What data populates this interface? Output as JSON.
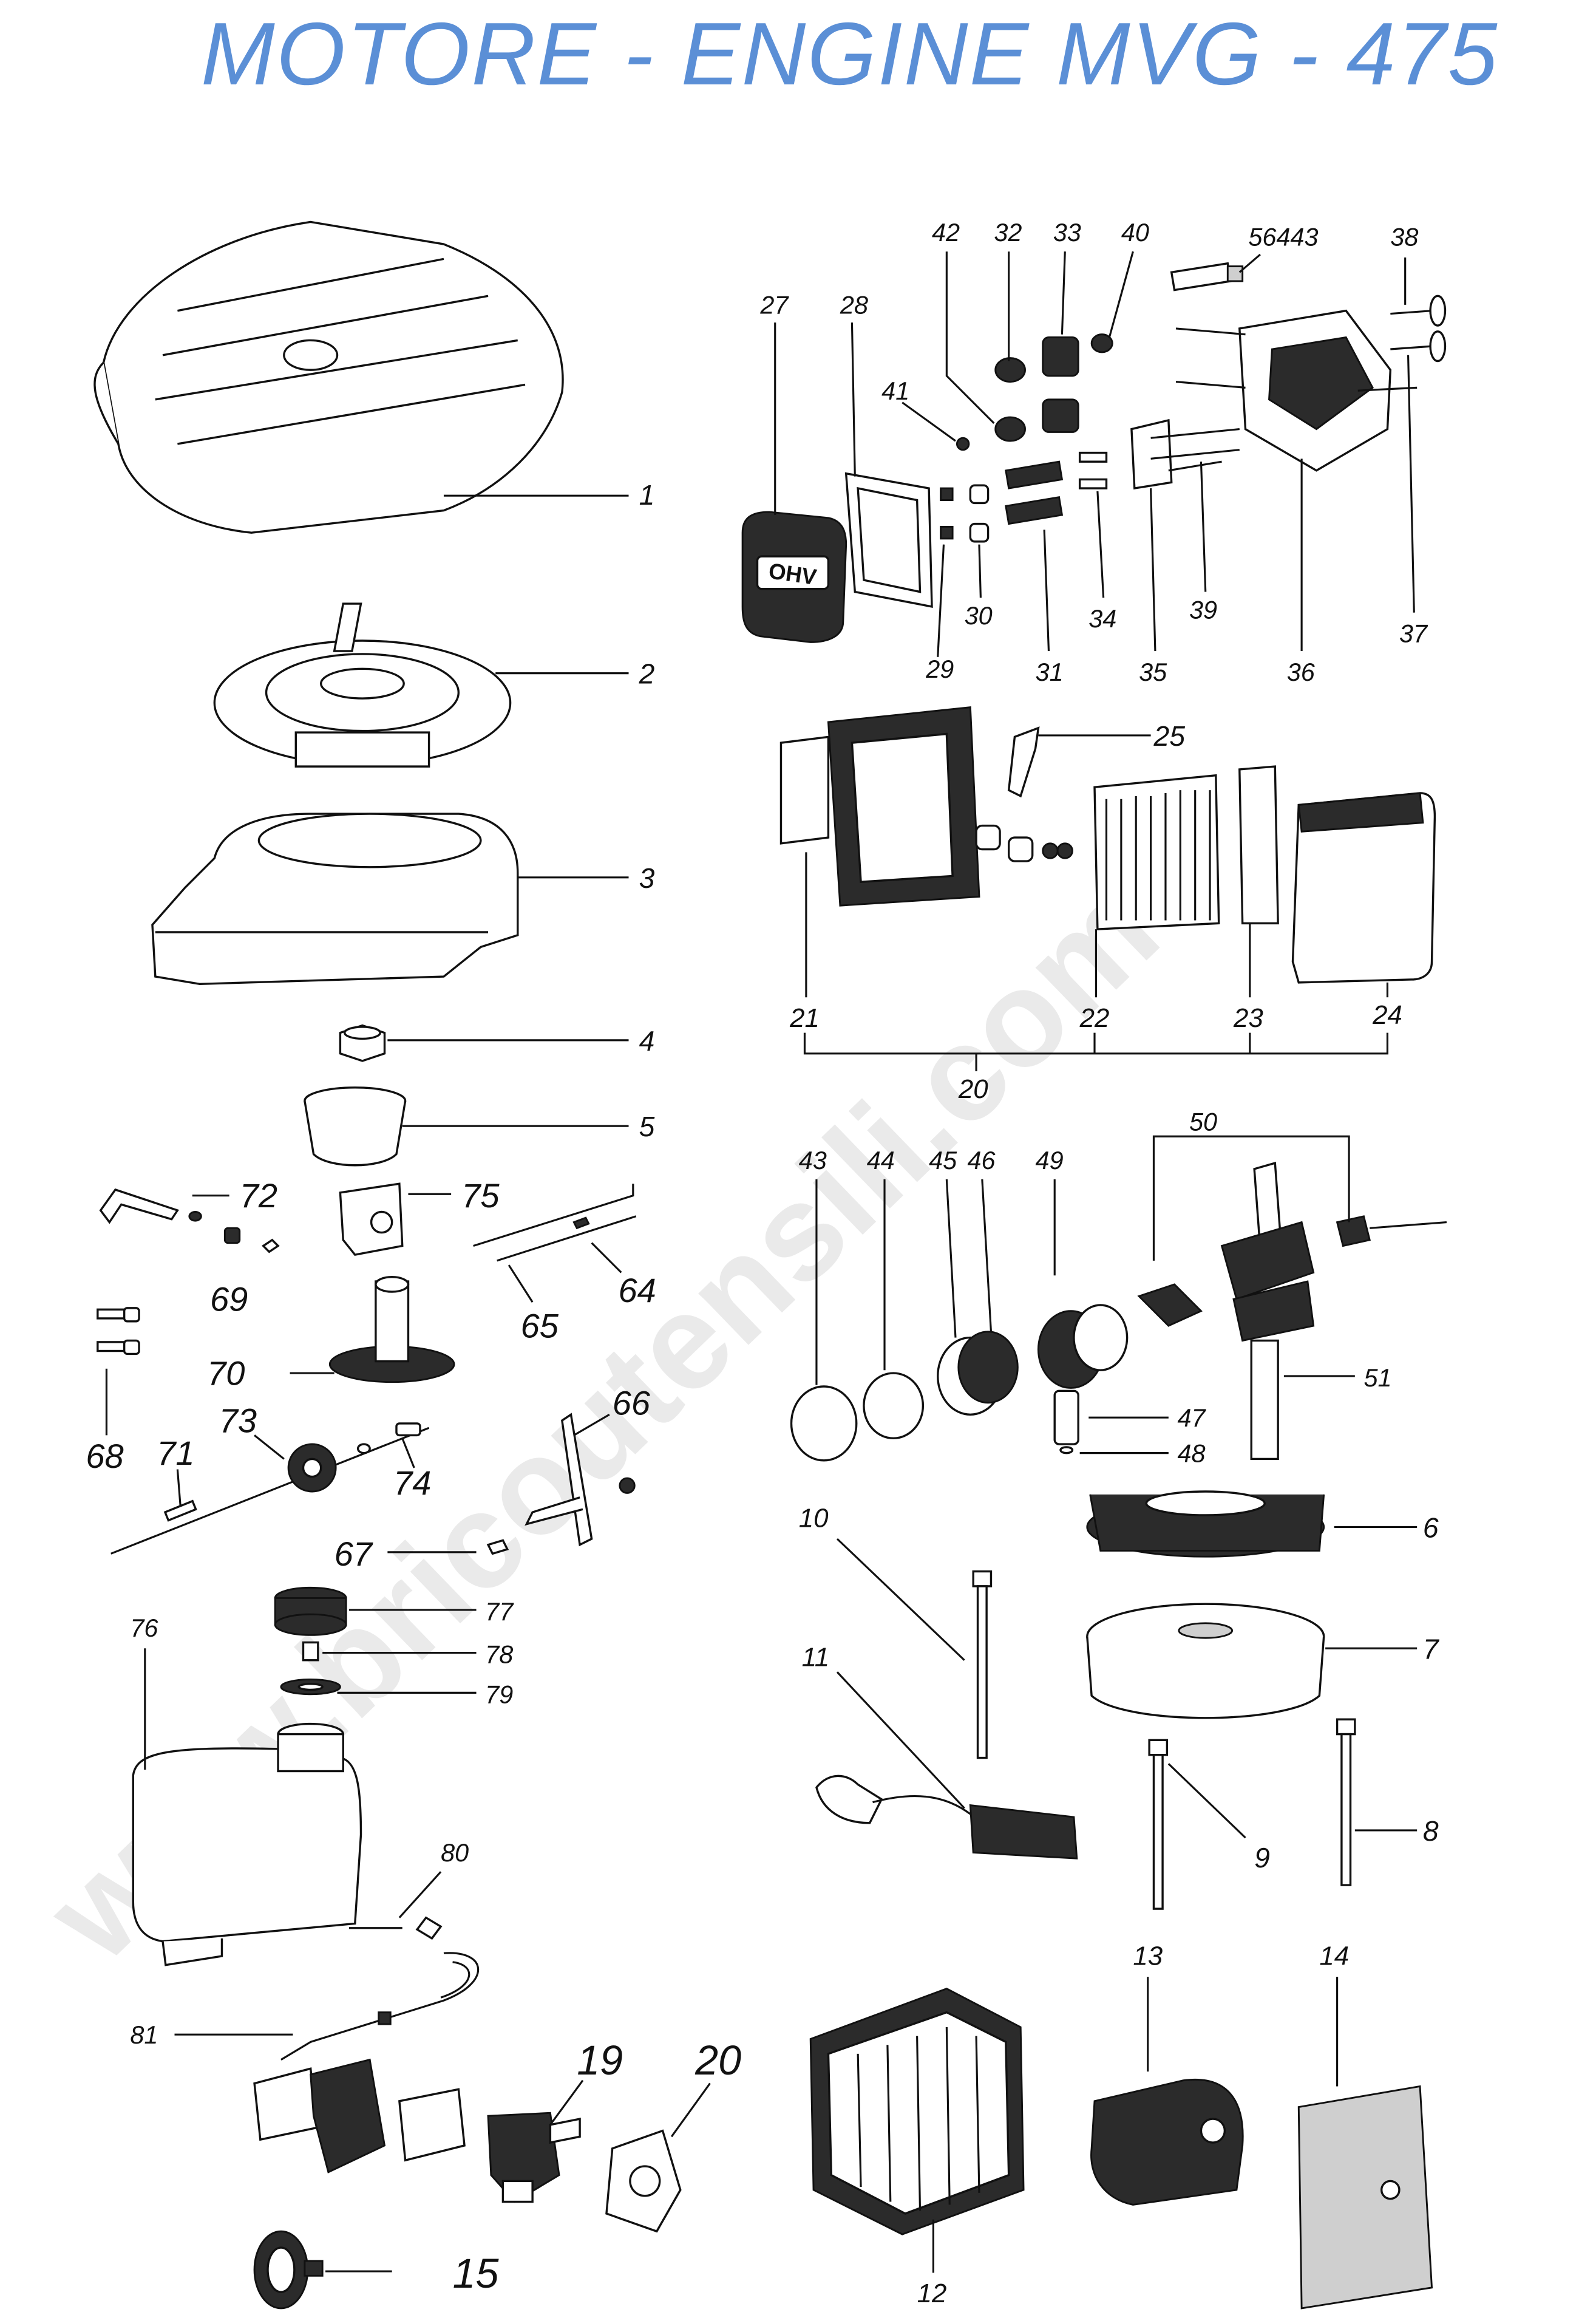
{
  "title": "MOTORE - ENGINE  MVG - 475",
  "watermark": "www.bricoutensili.com",
  "callouts": [
    {
      "id": "1",
      "label": "1"
    },
    {
      "id": "2",
      "label": "2"
    },
    {
      "id": "3",
      "label": "3"
    },
    {
      "id": "4",
      "label": "4"
    },
    {
      "id": "5",
      "label": "5"
    },
    {
      "id": "6",
      "label": "6"
    },
    {
      "id": "7",
      "label": "7"
    },
    {
      "id": "8",
      "label": "8"
    },
    {
      "id": "9",
      "label": "9"
    },
    {
      "id": "10",
      "label": "10"
    },
    {
      "id": "11",
      "label": "11"
    },
    {
      "id": "12",
      "label": "12"
    },
    {
      "id": "13",
      "label": "13"
    },
    {
      "id": "14",
      "label": "14"
    },
    {
      "id": "15",
      "label": "15"
    },
    {
      "id": "19",
      "label": "19"
    },
    {
      "id": "20a",
      "label": "20"
    },
    {
      "id": "20b",
      "label": "20"
    },
    {
      "id": "21",
      "label": "21"
    },
    {
      "id": "22",
      "label": "22"
    },
    {
      "id": "23",
      "label": "23"
    },
    {
      "id": "24",
      "label": "24"
    },
    {
      "id": "25",
      "label": "25"
    },
    {
      "id": "27",
      "label": "27"
    },
    {
      "id": "28",
      "label": "28"
    },
    {
      "id": "29",
      "label": "29"
    },
    {
      "id": "30",
      "label": "30"
    },
    {
      "id": "31",
      "label": "31"
    },
    {
      "id": "32",
      "label": "32"
    },
    {
      "id": "33",
      "label": "33"
    },
    {
      "id": "34",
      "label": "34"
    },
    {
      "id": "35",
      "label": "35"
    },
    {
      "id": "36",
      "label": "36"
    },
    {
      "id": "37",
      "label": "37"
    },
    {
      "id": "38",
      "label": "38"
    },
    {
      "id": "39",
      "label": "39"
    },
    {
      "id": "40",
      "label": "40"
    },
    {
      "id": "41",
      "label": "41"
    },
    {
      "id": "42",
      "label": "42"
    },
    {
      "id": "43",
      "label": "43"
    },
    {
      "id": "44",
      "label": "44"
    },
    {
      "id": "45",
      "label": "45"
    },
    {
      "id": "46",
      "label": "46"
    },
    {
      "id": "47",
      "label": "47"
    },
    {
      "id": "48",
      "label": "48"
    },
    {
      "id": "49",
      "label": "49"
    },
    {
      "id": "50",
      "label": "50"
    },
    {
      "id": "51",
      "label": "51"
    },
    {
      "id": "56443",
      "label": "56443"
    },
    {
      "id": "64",
      "label": "64"
    },
    {
      "id": "65",
      "label": "65"
    },
    {
      "id": "66",
      "label": "66"
    },
    {
      "id": "67",
      "label": "67"
    },
    {
      "id": "68",
      "label": "68"
    },
    {
      "id": "69",
      "label": "69"
    },
    {
      "id": "70",
      "label": "70"
    },
    {
      "id": "71",
      "label": "71"
    },
    {
      "id": "72",
      "label": "72"
    },
    {
      "id": "73",
      "label": "73"
    },
    {
      "id": "74",
      "label": "74"
    },
    {
      "id": "75",
      "label": "75"
    },
    {
      "id": "76",
      "label": "76"
    },
    {
      "id": "77",
      "label": "77"
    },
    {
      "id": "78",
      "label": "78"
    },
    {
      "id": "79",
      "label": "79"
    },
    {
      "id": "80",
      "label": "80"
    },
    {
      "id": "81",
      "label": "81"
    }
  ],
  "valve_cover_mark": "OHV"
}
